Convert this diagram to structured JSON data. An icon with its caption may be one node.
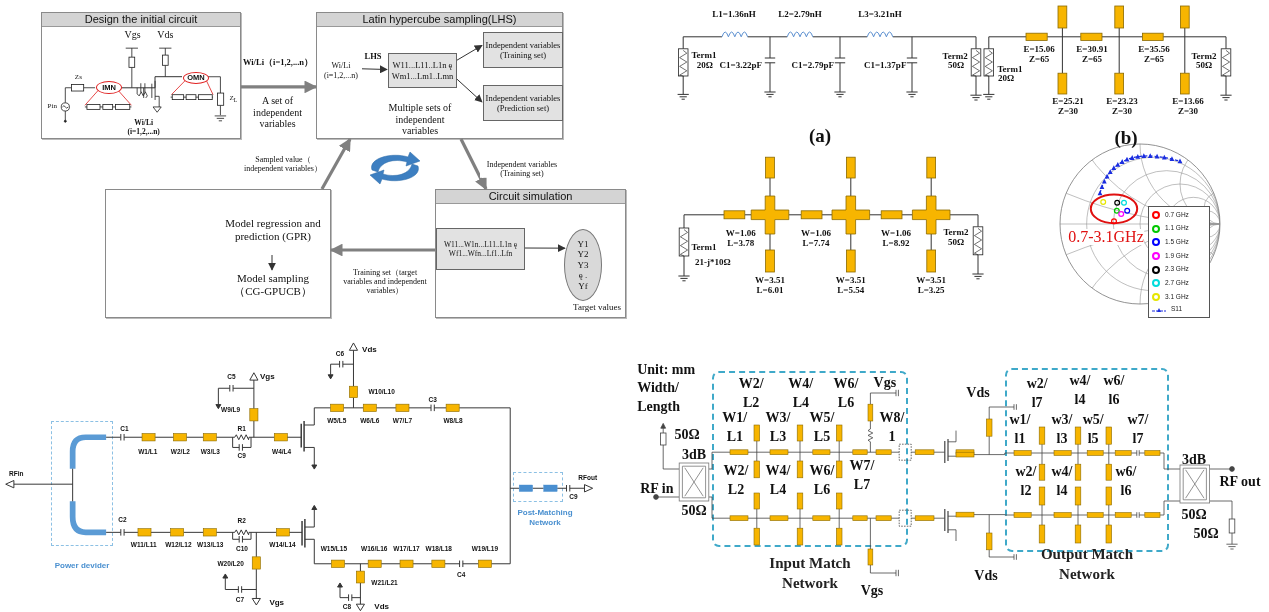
{
  "diagram": {
    "nodes": [
      {
        "text": [
          "Design the initial circuit"
        ]
      },
      {
        "text": [
          "IMN"
        ],
        "in": 0
      },
      {
        "text": [
          "OMN"
        ],
        "in": 0
      },
      {
        "text": [
          "Latin hypercube sampling(LHS)"
        ]
      },
      {
        "text": [
          "Wi/Li (i=1,2,...n)"
        ],
        "in": 3
      },
      {
        "text": [
          "W11...L11..L1n ę Wm1...Lm1..Lmn"
        ],
        "in": 3,
        "beside": [
          "Multiple sets of independent variables"
        ]
      },
      {
        "text": [
          "Independent variables (Training set)"
        ],
        "in": 3
      },
      {
        "text": [
          "Independent variables (Prediction set)"
        ],
        "in": 3
      },
      {
        "text": [],
        "shape": "box"
      },
      {
        "text": [
          "Model regression and prediction (GPR)"
        ],
        "in": 8
      },
      {
        "text": [
          "Model sampling（CG-GPUCB）"
        ],
        "in": 8
      },
      {
        "text": [
          "Circuit simulation"
        ]
      },
      {
        "text": [
          "W11...W1n...L11..L1n ę Wf1...Wfn...Lf1..Lfn"
        ],
        "in": 11
      },
      {
        "text": [
          "Y1 Y2 Y3 ę . Yf"
        ],
        "in": 11,
        "beside": [
          "Target values"
        ]
      },
      {
        "text": [
          "Power devider"
        ]
      },
      {
        "text": [
          "Post-Matching Network"
        ]
      },
      {
        "text": [
          "Input Match Network"
        ]
      },
      {
        "text": [
          "Output Match Network"
        ]
      }
    ],
    "edges": [
      {
        "from": 0,
        "to": 3,
        "arrow": "to",
        "label": "Wi/Li（i=1,2,...n）",
        "style": "thick",
        "color": "#808080"
      },
      {
        "from": 4,
        "to": 5,
        "arrow": "to",
        "label": "LHS"
      },
      {
        "from": 5,
        "to": 6,
        "arrow": "to"
      },
      {
        "from": 5,
        "to": 7,
        "arrow": "to"
      },
      {
        "from": 3,
        "to": 11,
        "arrow": "to",
        "label": "Independent variables (Training set)",
        "style": "thick",
        "color": "#808080"
      },
      {
        "from": 11,
        "to": 8,
        "arrow": "to",
        "label": "Training set（target variables and independent variables）",
        "style": "thick",
        "color": "#808080"
      },
      {
        "from": 8,
        "to": 3,
        "arrow": "to",
        "label": "Sampled value（ independent variables）",
        "style": "thick",
        "color": "#808080"
      },
      {
        "from": 12,
        "to": 13,
        "arrow": "to"
      },
      {
        "from": 9,
        "to": 10,
        "arrow": "to"
      },
      {
        "from": 1,
        "to": 2,
        "arrow": "none"
      }
    ],
    "labels": [
      "Vgs",
      "Vds",
      "Zs",
      "Pin",
      "Z$_{L}$",
      "Wi/Li (i=1,2,...n)",
      "A set of independent variables",
      "L1=1.36nH",
      "L2=2.79nH",
      "L3=3.21nH",
      "Term1",
      "20Ω",
      "C1=3.22pF",
      "C1=2.79pF",
      "C1=1.37pF",
      "Term2",
      "50Ω",
      "Term1",
      "20Ω",
      "E=15.06 Z=65",
      "E=30.91 Z=65",
      "E=35.56 Z=65",
      "Term2",
      "50Ω",
      "E=25.21 Z=30",
      "E=23.23 Z=30",
      "E=13.66 Z=30",
      "(a)",
      "(b)",
      "Term1",
      "21-j*10Ω",
      "W=1.06 L=3.78",
      "W=1.06 L=7.74",
      "W=1.06 L=8.92",
      "Term2",
      "50Ω",
      "W=3.51 L=6.01",
      "W=3.51 L=5.54",
      "W=3.51 L=3.25",
      "0.7-3.1GHz",
      "C1",
      "W1/L1",
      "W2/L2",
      "W3/L3",
      "R1",
      "C9",
      "W4/L4",
      "C5",
      "Vgs",
      "W9/L9",
      "C6",
      "Vds",
      "W10/L10",
      "W5/L5",
      "W6/L6",
      "W7/L7",
      "C3",
      "W8/L8",
      "RFin",
      "C2",
      "W11/L11",
      "W12/L12",
      "W13/L13",
      "R2",
      "C10",
      "W14/L14",
      "W20/L20",
      "C7",
      "Vgs",
      "W15/L15",
      "W16/L16",
      "W17/L17",
      "W18/L18",
      "W19/L19",
      "C4",
      "W21/L21",
      "C8",
      "Vds",
      "RFout",
      "C9",
      "Unit: mm Width/ Length",
      "50Ω",
      "3dB",
      "RF in",
      "50Ω",
      "W2/ L2",
      "W4/ L4",
      "W6/ L6",
      "Vgs",
      "W1/ L1",
      "W3/ L3",
      "W5/ L5",
      "W8/ 1",
      "W2/ L2",
      "W4/ L4",
      "W6/ L6",
      "W7/ L7",
      "Vds",
      "w2/ l7",
      "w4/ l4",
      "w6/ l6",
      "w1/ l1",
      "w3/ l3",
      "w5/ l5",
      "w7/ l7",
      "w2/ l2",
      "w4/ l4",
      "w6/ l6",
      "3dB",
      "RF out",
      "50Ω",
      "50Ω",
      "Vds",
      "Vgs"
    ],
    "legend": [
      {
        "text": "0.7 GHz",
        "color": "#ff0000"
      },
      {
        "text": "1.1 GHz",
        "color": "#00c800"
      },
      {
        "text": "1.5 GHz",
        "color": "#0000ff"
      },
      {
        "text": "1.9 GHz",
        "color": "#ff00ff"
      },
      {
        "text": "2.3 GHz",
        "color": "#000000"
      },
      {
        "text": "2.7 GHz",
        "color": "#00dcdc"
      },
      {
        "text": "3.1 GHz",
        "color": "#e6e600"
      },
      {
        "text": "S11"
      }
    ]
  }
}
